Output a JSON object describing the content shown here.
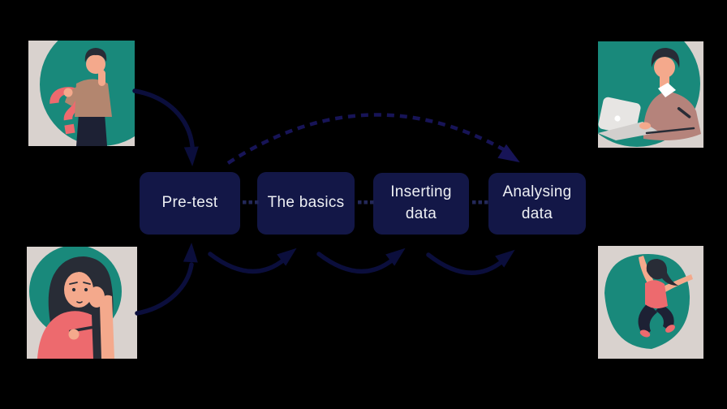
{
  "colors": {
    "page_bg": "#000000",
    "card_bg": "#d9d2ce",
    "teal": "#19897b",
    "box_bg": "#131747",
    "box_text": "#edeff3",
    "arrow": "#0b0e3c",
    "dash": "#171457",
    "dot": "#232858",
    "coral": "#ed6a6e",
    "skin": "#f4a98c",
    "hair": "#282c36",
    "denim": "#1d2134",
    "mauve": "#b3866f",
    "sweater": "#b5837b",
    "laptop": "#e7e5e3",
    "laptop_dark": "#d2cfcd",
    "white": "#ffffff"
  },
  "steps": [
    {
      "label": "Pre-test"
    },
    {
      "label": "The basics"
    },
    {
      "label": "Inserting data"
    },
    {
      "label": "Analysing data"
    }
  ],
  "decor": {
    "question_mark": "?"
  },
  "illustrations": [
    {
      "name": "confused-man-with-question-mark",
      "position": "top-left"
    },
    {
      "name": "man-working-on-laptop",
      "position": "top-right"
    },
    {
      "name": "worried-woman-thinking",
      "position": "bottom-left"
    },
    {
      "name": "happy-woman-jumping",
      "position": "bottom-right"
    }
  ],
  "connections": [
    {
      "name": "confused-man-to-pretest",
      "style": "solid-curved"
    },
    {
      "name": "worried-woman-to-pretest",
      "style": "solid-curved"
    },
    {
      "name": "pretest-skip-to-analysing-data",
      "style": "dashed-arc"
    },
    {
      "name": "pretest-to-basics",
      "style": "solid-swoosh"
    },
    {
      "name": "basics-to-inserting",
      "style": "solid-swoosh"
    },
    {
      "name": "inserting-to-analysing",
      "style": "solid-swoosh"
    },
    {
      "name": "between-box-dotted-links",
      "style": "dotted"
    }
  ]
}
